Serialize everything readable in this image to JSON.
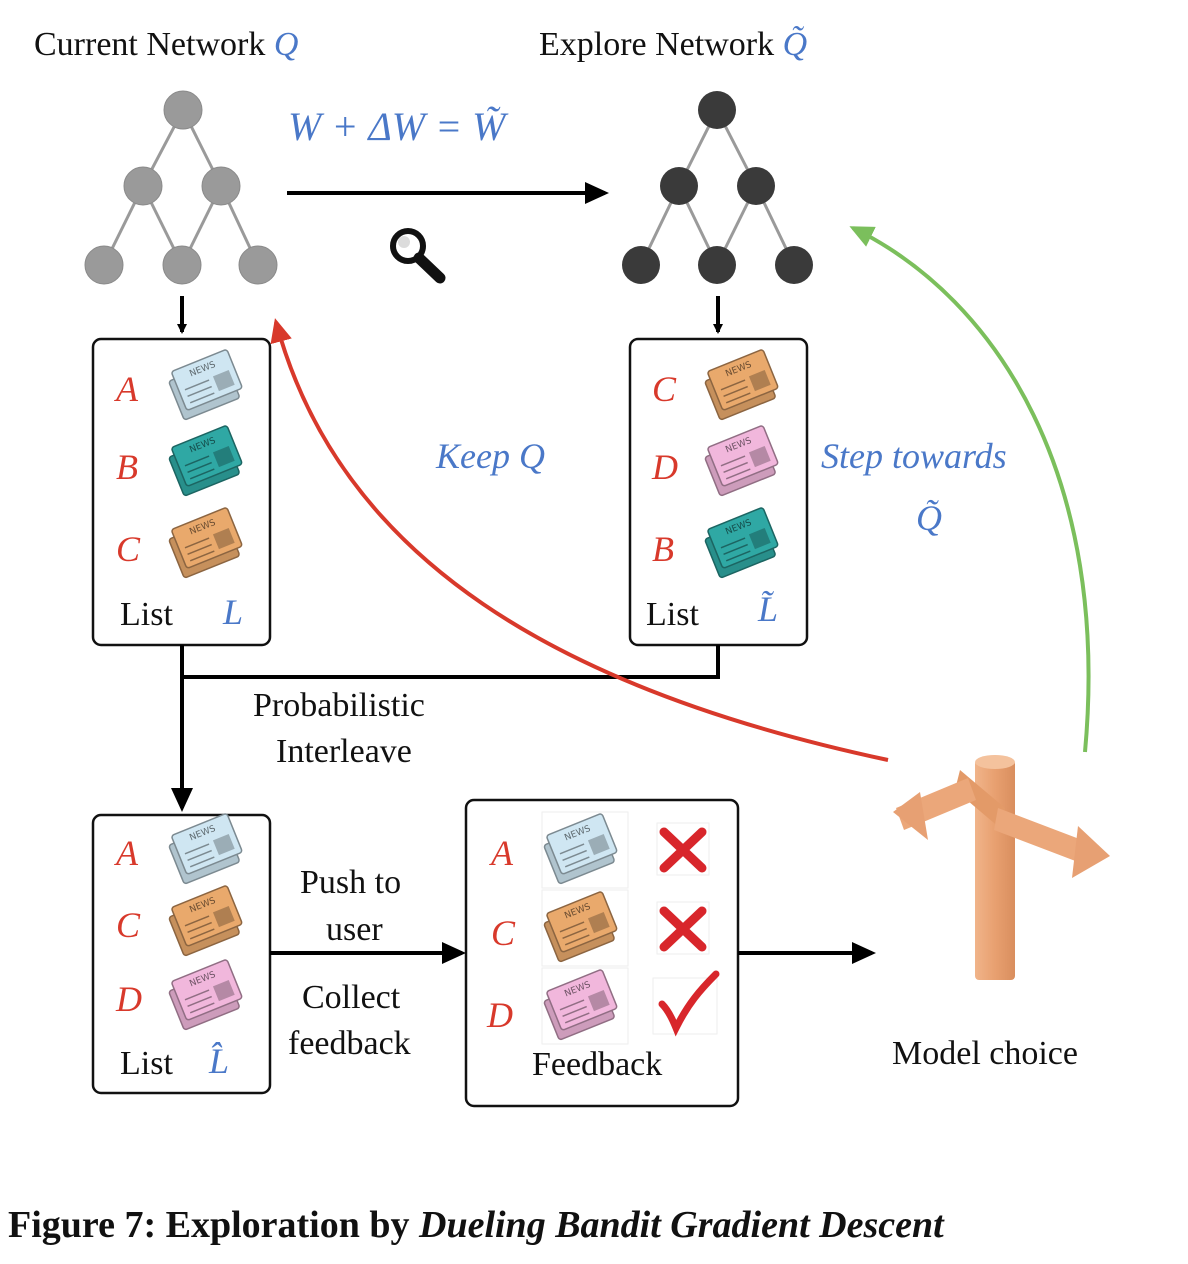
{
  "titles": {
    "current_network": "Current Network",
    "current_symbol": "Q",
    "explore_network": "Explore Network",
    "explore_symbol": "Q̃"
  },
  "equation": "W + ΔW = W̃",
  "keep_label": "Keep Q",
  "step_label_line1": "Step towards",
  "step_label_line2": "Q̃",
  "list_L": {
    "items": [
      "A",
      "B",
      "C"
    ],
    "caption": "List",
    "symbol": "L"
  },
  "list_Ltilde": {
    "items": [
      "C",
      "D",
      "B"
    ],
    "caption": "List",
    "symbol": "L̃"
  },
  "list_Lhat": {
    "items": [
      "A",
      "C",
      "D"
    ],
    "caption": "List",
    "symbol": "L̂"
  },
  "interleave_line1": "Probabilistic",
  "interleave_line2": "Interleave",
  "push_line1": "Push to",
  "push_line2": "user",
  "collect_line1": "Collect",
  "collect_line2": "feedback",
  "feedback": {
    "items": [
      "A",
      "C",
      "D"
    ],
    "marks": [
      "cross",
      "cross",
      "check"
    ],
    "caption": "Feedback"
  },
  "model_choice": "Model choice",
  "news_tag": "NEWS",
  "caption": {
    "prefix": "Figure 7: Exploration by ",
    "emphasis": "Dueling Bandit Gradient Descent"
  },
  "colors": {
    "blue_text": "#4a78c8",
    "red_text": "#d8392b",
    "red_arrow": "#d8392b",
    "green_arrow": "#7bbf5c",
    "node_light": "#9a9a9a",
    "node_dark": "#3a3a3a",
    "news_blue": "#cfe6f2",
    "news_teal": "#2fa8a4",
    "news_orange": "#e9a96c",
    "news_pink": "#f1b7dc"
  }
}
